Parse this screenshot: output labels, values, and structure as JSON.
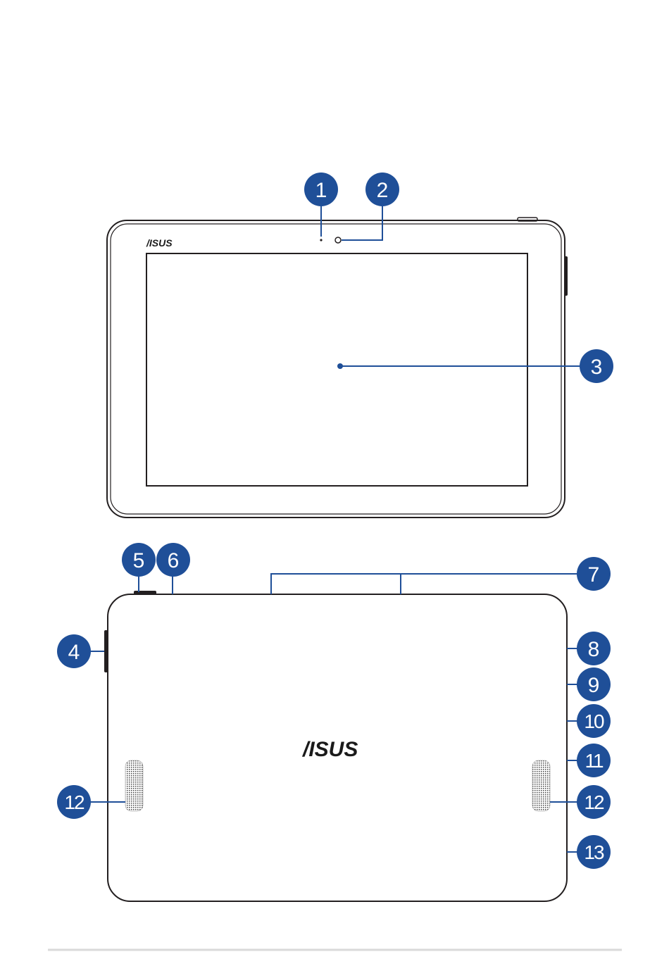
{
  "colors": {
    "callout": "#1f4f98",
    "outline": "#231f20",
    "footer_rule": "#d9d9d9"
  },
  "front_view": {
    "logo_text": "/ISUS",
    "callouts": [
      "1",
      "2",
      "3"
    ]
  },
  "rear_view": {
    "logo_text": "/ISUS",
    "callouts": [
      "4",
      "5",
      "6",
      "7",
      "8",
      "9",
      "10",
      "11",
      "12",
      "12",
      "13"
    ]
  }
}
